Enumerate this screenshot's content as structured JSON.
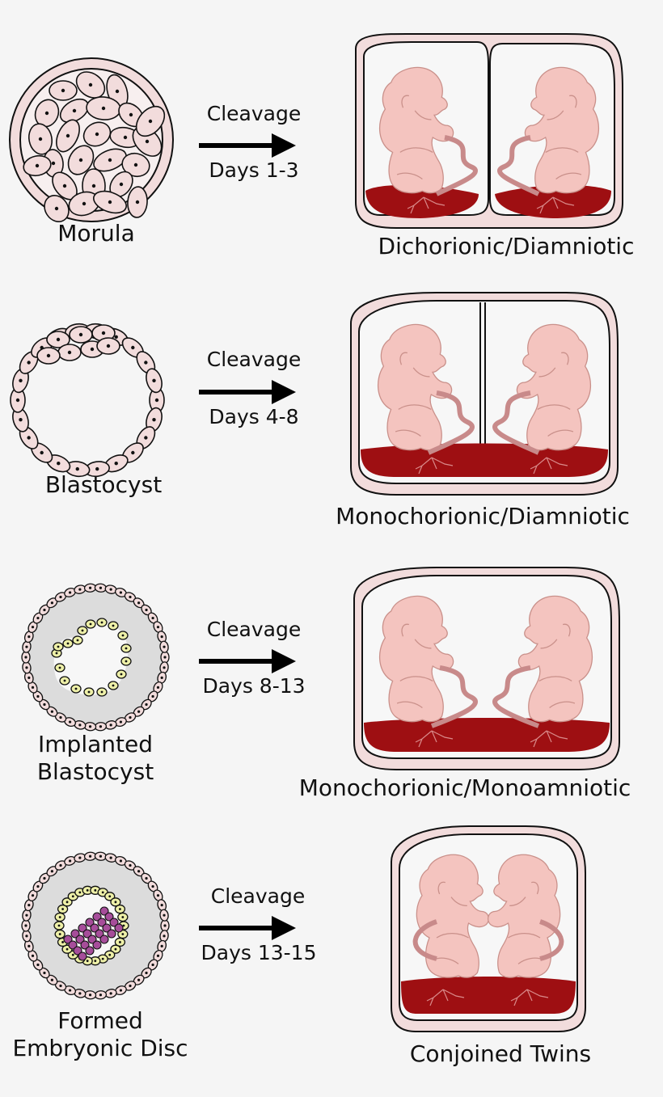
{
  "colors": {
    "background": "#f5f5f5",
    "cell_fill": "#f2dcdc",
    "skin": "#f4c4bf",
    "placenta": "#9e0f12",
    "cord": "#c88a8a",
    "yolk": "#eef0a8",
    "disc": "#a64d9a",
    "cavity": "#d9d9d9"
  },
  "rows": [
    {
      "stage_label_lines": [
        "Morula"
      ],
      "arrow_top": "Cleavage",
      "arrow_bottom": "Days 1-3",
      "result_label": "Dichorionic/Diamniotic",
      "stage_icon": "morula-icon",
      "result_icon": "dichorionic-twins-icon"
    },
    {
      "stage_label_lines": [
        "Blastocyst"
      ],
      "arrow_top": "Cleavage",
      "arrow_bottom": "Days 4-8",
      "result_label": "Monochorionic/Diamniotic",
      "stage_icon": "blastocyst-icon",
      "result_icon": "monochorionic-diamniotic-twins-icon"
    },
    {
      "stage_label_lines": [
        "Implanted",
        "Blastocyst"
      ],
      "arrow_top": "Cleavage",
      "arrow_bottom": "Days 8-13",
      "result_label": "Monochorionic/Monoamniotic",
      "stage_icon": "implanted-blastocyst-icon",
      "result_icon": "monoamniotic-twins-icon"
    },
    {
      "stage_label_lines": [
        "Formed",
        "Embryonic Disc"
      ],
      "arrow_top": "Cleavage",
      "arrow_bottom": "Days 13-15",
      "result_label": "Conjoined Twins",
      "stage_icon": "embryonic-disc-icon",
      "result_icon": "conjoined-twins-icon"
    }
  ]
}
